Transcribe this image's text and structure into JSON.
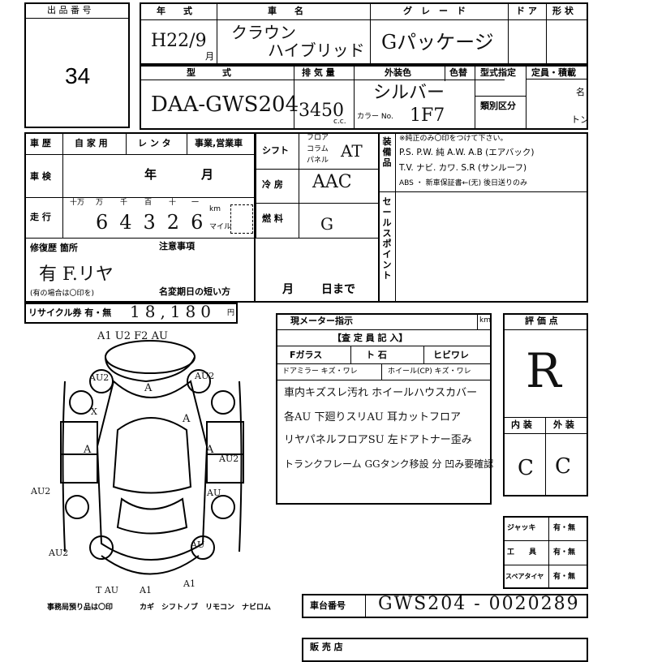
{
  "lot": {
    "header": "出 品 番 号",
    "number": "34"
  },
  "top": {
    "year_header": "年　　式",
    "name_header": "車　　名",
    "grade_header": "グ　レ　ー　ド",
    "door_header": "ド ア",
    "shape_header": "形 状",
    "year_value": "H22/9",
    "month_mark": "月",
    "name_value_1": "クラウン",
    "name_value_2": "ハイブリッド",
    "grade_value": "Gパッケージ"
  },
  "model": {
    "type_header": "型　　　式",
    "disp_header": "排 気 量",
    "ext_color_header": "外装色",
    "color_header": "色替",
    "type_value": "DAA-GWS204",
    "disp_value": "3450",
    "disp_unit": "c.c.",
    "ext_color_value": "シルバー",
    "color_no_label": "カラー No.",
    "color_no_value": "1F7",
    "type_spec_label": "型式指定",
    "category_label": "類別区分",
    "capacity_label": "定員・積載",
    "capacity_unit_1": "名",
    "capacity_unit_2": "トン"
  },
  "history": {
    "label": "車 歴",
    "opts": [
      "自 家 用",
      "レ ン タ",
      "事業,営業車"
    ],
    "shaken_label": "車 検",
    "shaken_year": "年",
    "shaken_month": "月",
    "mileage_label": "走 行",
    "digit_headers": [
      "十万",
      "万",
      "千",
      "百",
      "十",
      "一"
    ],
    "mileage_value": "64326",
    "km_label": "km",
    "mile_label": "マイル",
    "repair_label": "修復歴 箇所",
    "repair_value": "有 F.リヤ",
    "repair_note": "(有の場合は〇印を)",
    "recycle_label": "リサイクル券 有・無",
    "recycle_value": "18,180",
    "recycle_unit": "円"
  },
  "mid": {
    "shift_label": "シフト",
    "shift_opts": [
      "フロア",
      "コラム",
      "パネル"
    ],
    "shift_value": "AT",
    "ac_label": "冷 房",
    "ac_value": "AAC",
    "fuel_label": "燃 料",
    "fuel_value": "G",
    "notes_label": "注意事項",
    "expiry_label": "名変期日の短い方",
    "expiry_month": "月",
    "expiry_day": "日まで"
  },
  "equip": {
    "side_label": "装備品",
    "note": "※純正のみ〇印をつけて下さい。",
    "line1": "P.S. P.W. 純 A.W. A.B (エアバック)",
    "line2": "T.V. ナビ. カワ. S.R (サンルーフ)",
    "line3": "ABS ・ 新車保証書←(无) 後日送りのみ",
    "sales_label": "セールスポイント"
  },
  "inspector": {
    "meter_label": "現メーター指示",
    "km": "km",
    "title": "【査 定 員 記 入】",
    "row1": [
      "Fガラス",
      "ト 石",
      "ヒビワレ"
    ],
    "row2": [
      "ドアミラー キズ・ワレ",
      "ホイール(CP) キズ・ワレ"
    ],
    "notes": [
      "車内キズスレ汚れ ホイールハウスカバー",
      "各AU 下廻りスリAU 耳カットフロア",
      "リヤパネルフロアSU 左ドアトナー歪み",
      "トランクフレーム GGタンク移設 分 凹み要確認"
    ]
  },
  "rating": {
    "label": "評 価 点",
    "score": "R",
    "interior_label": "内 装",
    "exterior_label": "外 装",
    "interior": "C",
    "exterior": "C"
  },
  "tools": [
    {
      "label": "ジャッキ",
      "value": "有・無"
    },
    {
      "label": "工　　具",
      "value": "有・無"
    },
    {
      "label": "スペアタイヤ",
      "value": "有・無"
    }
  ],
  "diagram": {
    "notes": [
      "A1 U2 F2 AU",
      "A",
      "AU2",
      "AU2",
      "AU2",
      "X",
      "A",
      "A",
      "A",
      "AU2",
      "AU2",
      "AU",
      "AU",
      "T AU",
      "A1",
      "A1"
    ]
  },
  "footer": {
    "items_label": "事務局預り品は〇印",
    "items": "カギ　シフトノブ　リモコン　ナビロム",
    "chassis_label": "車台番号",
    "chassis_value": "GWS204 - 0020289",
    "bottom_label": "販 売 店"
  }
}
